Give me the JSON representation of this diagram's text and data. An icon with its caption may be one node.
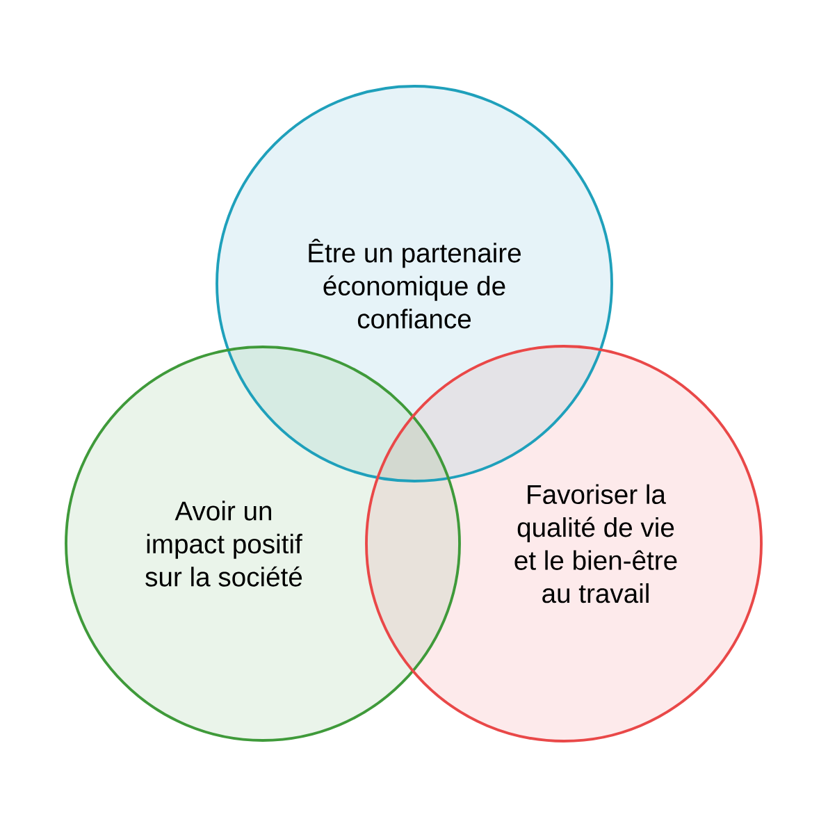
{
  "diagram": {
    "nodes": [
      {
        "text": [
          "Être un partenaire économique de confiance"
        ]
      },
      {
        "text": [
          "Avoir un impact positif sur la société"
        ]
      },
      {
        "text": [
          "Favoriser la qualité de vie et le bien-être au travail"
        ]
      }
    ]
  }
}
